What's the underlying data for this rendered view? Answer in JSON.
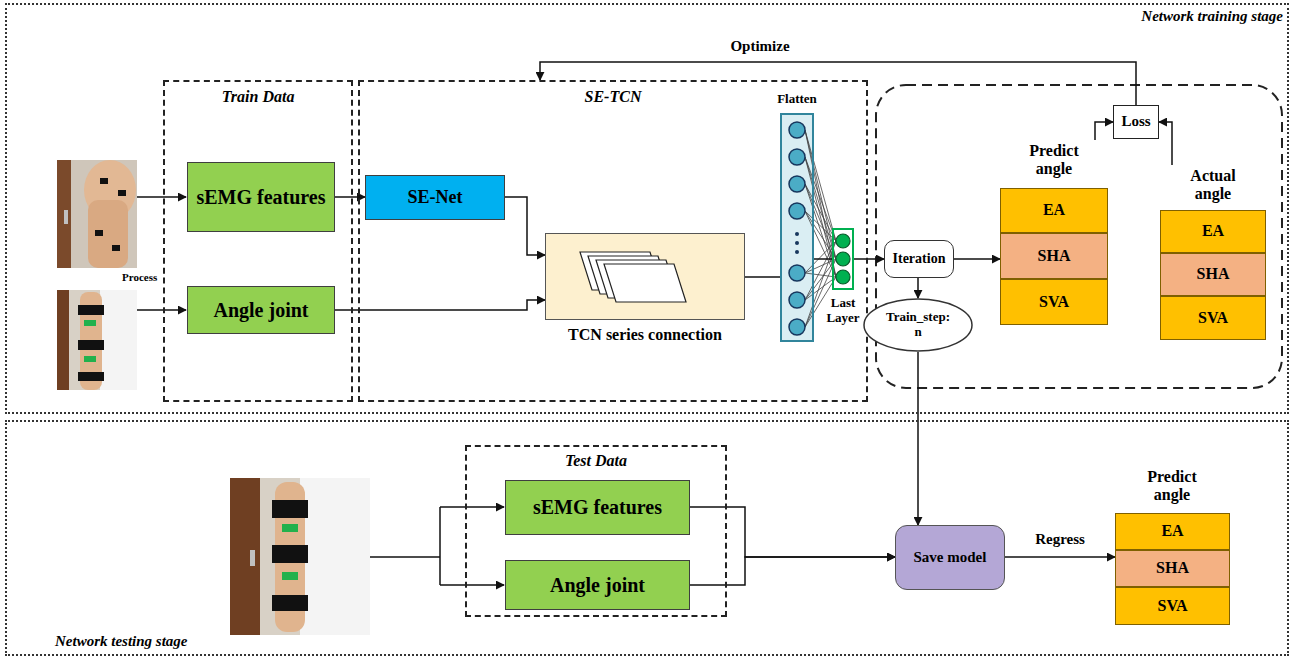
{
  "diagram": {
    "nodes": [
      {
        "text": [
          "Network training stage"
        ]
      },
      {
        "text": [
          "Train Data"
        ],
        "in": 0
      },
      {
        "text": [
          "sEMG features"
        ],
        "in": 1
      },
      {
        "text": [
          "Angle joint"
        ],
        "in": 1
      },
      {
        "text": [
          "SE-TCN"
        ],
        "in": 0
      },
      {
        "text": [
          "SE-Net"
        ],
        "in": 4
      },
      {
        "text": [
          "TCN series connection"
        ],
        "in": 4
      },
      {
        "text": [
          "Flatten"
        ],
        "in": 4
      },
      {
        "text": [
          "Last Layer"
        ],
        "in": 4
      },
      {
        "text": [
          "Iteration"
        ],
        "in": 0
      },
      {
        "text": [
          "Train_step: n"
        ],
        "in": 0
      },
      {
        "text": [
          "Predict angle"
        ],
        "in": 0
      },
      {
        "text": [
          "EA"
        ],
        "in": 11
      },
      {
        "text": [
          "SHA"
        ],
        "in": 11
      },
      {
        "text": [
          "SVA"
        ],
        "in": 11
      },
      {
        "text": [
          "Loss"
        ],
        "in": 0
      },
      {
        "text": [
          "Actual angle"
        ],
        "in": 0
      },
      {
        "text": [
          "EA"
        ],
        "in": 16
      },
      {
        "text": [
          "SHA"
        ],
        "in": 16
      },
      {
        "text": [
          "SVA"
        ],
        "in": 16
      },
      {
        "text": [
          "Network testing stage"
        ]
      },
      {
        "text": [
          "Test Data"
        ],
        "in": 20
      },
      {
        "text": [
          "sEMG features"
        ],
        "in": 21
      },
      {
        "text": [
          "Angle joint"
        ],
        "in": 21
      },
      {
        "text": [
          "Save model"
        ],
        "in": 20
      },
      {
        "text": [
          "Predict angle"
        ],
        "in": 20
      },
      {
        "text": [
          "EA"
        ],
        "in": 25
      },
      {
        "text": [
          "SHA"
        ],
        "in": 25
      },
      {
        "text": [
          "SVA"
        ],
        "in": 25
      }
    ],
    "edges": [
      {
        "from": 2,
        "to": 5,
        "arrow": "to"
      },
      {
        "from": 5,
        "to": 6,
        "arrow": "to"
      },
      {
        "from": 3,
        "to": 6,
        "arrow": "to"
      },
      {
        "from": 6,
        "to": 7,
        "arrow": "none"
      },
      {
        "from": 7,
        "to": 8,
        "arrow": "none"
      },
      {
        "from": 8,
        "to": 9,
        "arrow": "to"
      },
      {
        "from": 9,
        "to": 11,
        "arrow": "to"
      },
      {
        "from": 9,
        "to": 10,
        "arrow": "to"
      },
      {
        "from": 11,
        "to": 15,
        "arrow": "to"
      },
      {
        "from": 16,
        "to": 15,
        "arrow": "to"
      },
      {
        "from": 15,
        "to": 4,
        "label": "Optimize",
        "arrow": "to"
      },
      {
        "from": 10,
        "to": 24,
        "arrow": "to"
      },
      {
        "from": 22,
        "to": 24,
        "arrow": "to"
      },
      {
        "from": 23,
        "to": 24,
        "arrow": "to"
      },
      {
        "from": 24,
        "to": 25,
        "label": "Regress",
        "arrow": "to"
      }
    ],
    "labels": [
      "Process"
    ]
  }
}
